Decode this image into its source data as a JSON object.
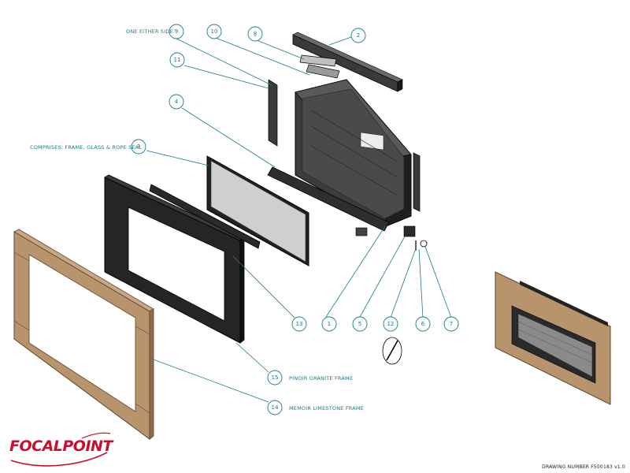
{
  "labels": {
    "one_either_side": "ONE EITHER SIDE",
    "comprises": "COMPRISES: FRAME, GLASS & ROPE SEAL",
    "pinoir": "PINOIR GRANITE FRAME",
    "memoir": "MEMOIR LIMESTONE FRAME"
  },
  "part_numbers": [
    "9",
    "10",
    "8",
    "2",
    "11",
    "4",
    "3",
    "13",
    "1",
    "5",
    "12",
    "6",
    "7",
    "15",
    "14"
  ],
  "logo_text": "FOCALPOINT",
  "drawing_number": "DRAWING NUMBER F500183 v1.0",
  "colors": {
    "leader": "#1a7a8c",
    "limestone": "#b8946c",
    "granite": "#222222",
    "brand": "#c8102e"
  }
}
